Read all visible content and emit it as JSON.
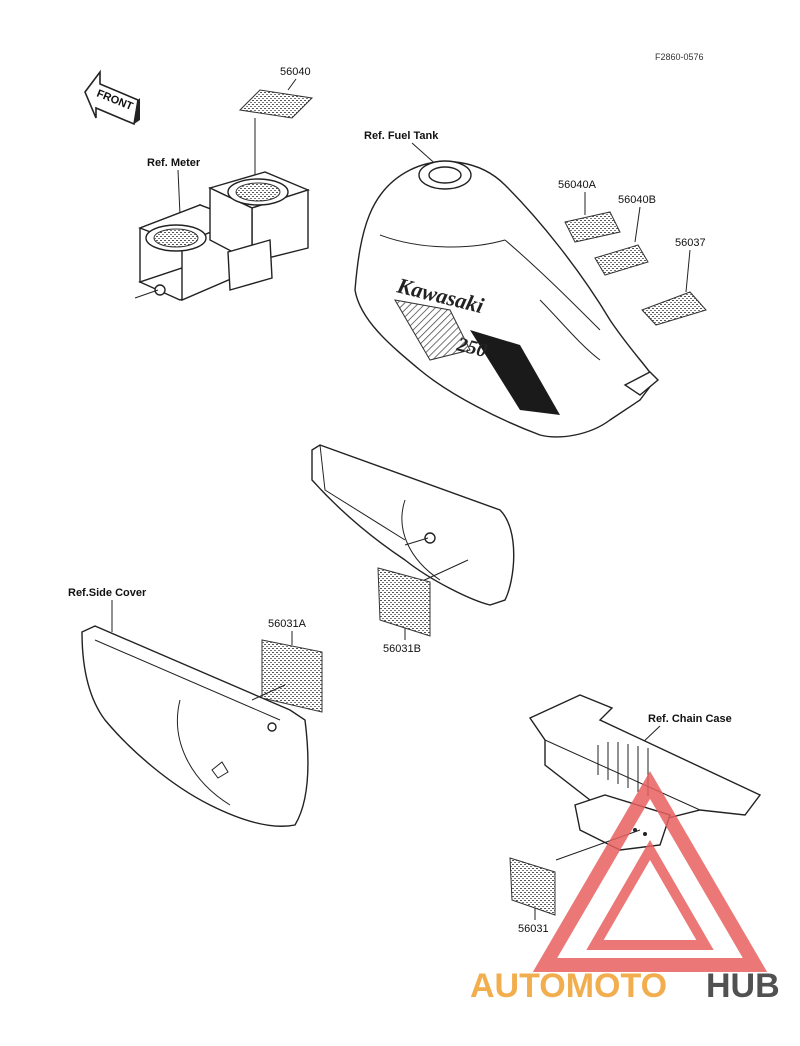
{
  "drawing_code": "F2860-0576",
  "front_arrow": {
    "label": "FRONT",
    "icon": "front-arrow-icon"
  },
  "refs": {
    "meter": "Ref. Meter",
    "fuel_tank": "Ref. Fuel Tank",
    "side_cover": "Ref.Side Cover",
    "chain_case": "Ref. Chain Case"
  },
  "parts": {
    "p56040": "56040",
    "p56040A": "56040A",
    "p56040B": "56040B",
    "p56037": "56037",
    "p56031A": "56031A",
    "p56031B": "56031B",
    "p56031": "56031"
  },
  "tank_graphic": {
    "brand": "Kawasaki",
    "model": "250"
  },
  "watermark": {
    "part1": "AUTOMOTO",
    "part2": "HUB",
    "color1": "#f0a030",
    "color2": "#333333",
    "triangle_color": "#e86060"
  }
}
